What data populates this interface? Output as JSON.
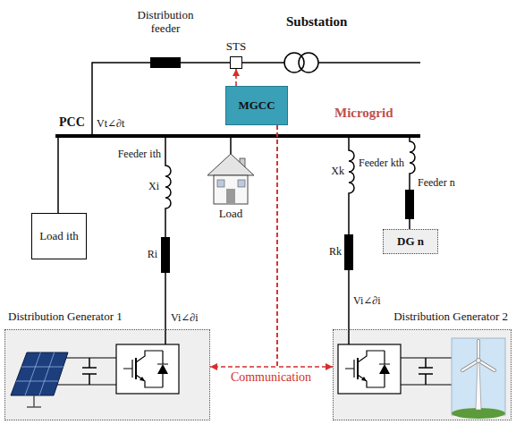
{
  "diagram": {
    "nodes": [
      {
        "text": [
          "STS"
        ]
      },
      {
        "text": [
          "MGCC"
        ]
      },
      {
        "text": [
          "Load ith"
        ]
      },
      {
        "text": [
          "DG n"
        ]
      },
      {
        "text": [
          "Distribution Generator 1"
        ]
      },
      {
        "text": [
          "Distribution Generator 2"
        ]
      }
    ],
    "edges": [
      {
        "from": 1,
        "to": 0,
        "arrow": "to"
      },
      {
        "from": 1,
        "to": 4,
        "label": "Communication",
        "arrow": "to"
      },
      {
        "from": 1,
        "to": 5,
        "arrow": "to"
      }
    ],
    "labels": [
      "Distribution feeder",
      "Substation",
      "Microgrid",
      "PCC",
      "Vt∠∂t",
      "Feeder ith",
      "Xi",
      "Ri",
      "Load",
      "Feeder kth",
      "Xk",
      "Rk",
      "Feeder n",
      "Vi∠∂i",
      "Vi∠∂i"
    ]
  }
}
